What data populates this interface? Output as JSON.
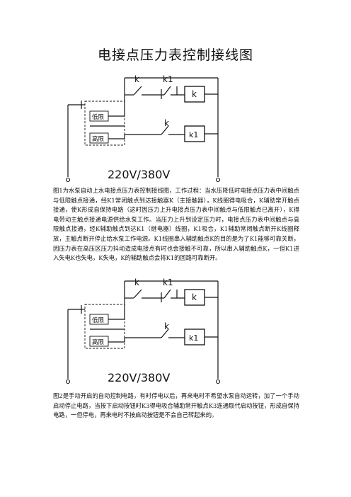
{
  "page": {
    "title": "电接点压力表控制接线图"
  },
  "diagram": {
    "contact_k": "k",
    "contact_k1": "k1",
    "relay_k": "k",
    "relay_k1": "k1",
    "low_label": "低限",
    "high_label": "高限",
    "voltage": "220V/380V"
  },
  "paragraphs": {
    "fig1": "图1为水泵自动上水电接点压力表控制接线图，工作过程：当水压降低时电接点压力表中间触点与低限触点接通，经K1常闭触点到达接触器K（主接触器），K线圈得电吸合，K辅助常开触点接通，使K形成自保持电路（这时因压力上升电接点压力表中间触点与低限触点已离开），K得电带动主触点接通电源供给水泵工作。当压力上升到设定压力时，电接点压力表中间触点与高限触点接通，经K辅助触点到达K1（继电器）线圈，K1吸合，K1辅助常闭触点断开K线圈释放，主触点断开停止给水泵工作电源。K1线圈串入辅助触点K的目的是为了K1能够可靠关断，因压力表在高压区压力抖动造成电接点有时也会接触不可靠，所以串入辅助触点K，一但K1进入失电K也失电，K失电，K的辅助触点会将K1的回路可靠断开。",
    "fig2": "图2是手动开启的自动控制电路，有时停电以后，再来电时不希望水泵自动运转，加了一个手动启动停止电路，当按下启动按钮时K3得电吸合辅助常开触点K3连通取代启动按钮，形成自保持电路，一但停电，再来电时不按启动按钮是不会自己转起来的。"
  }
}
